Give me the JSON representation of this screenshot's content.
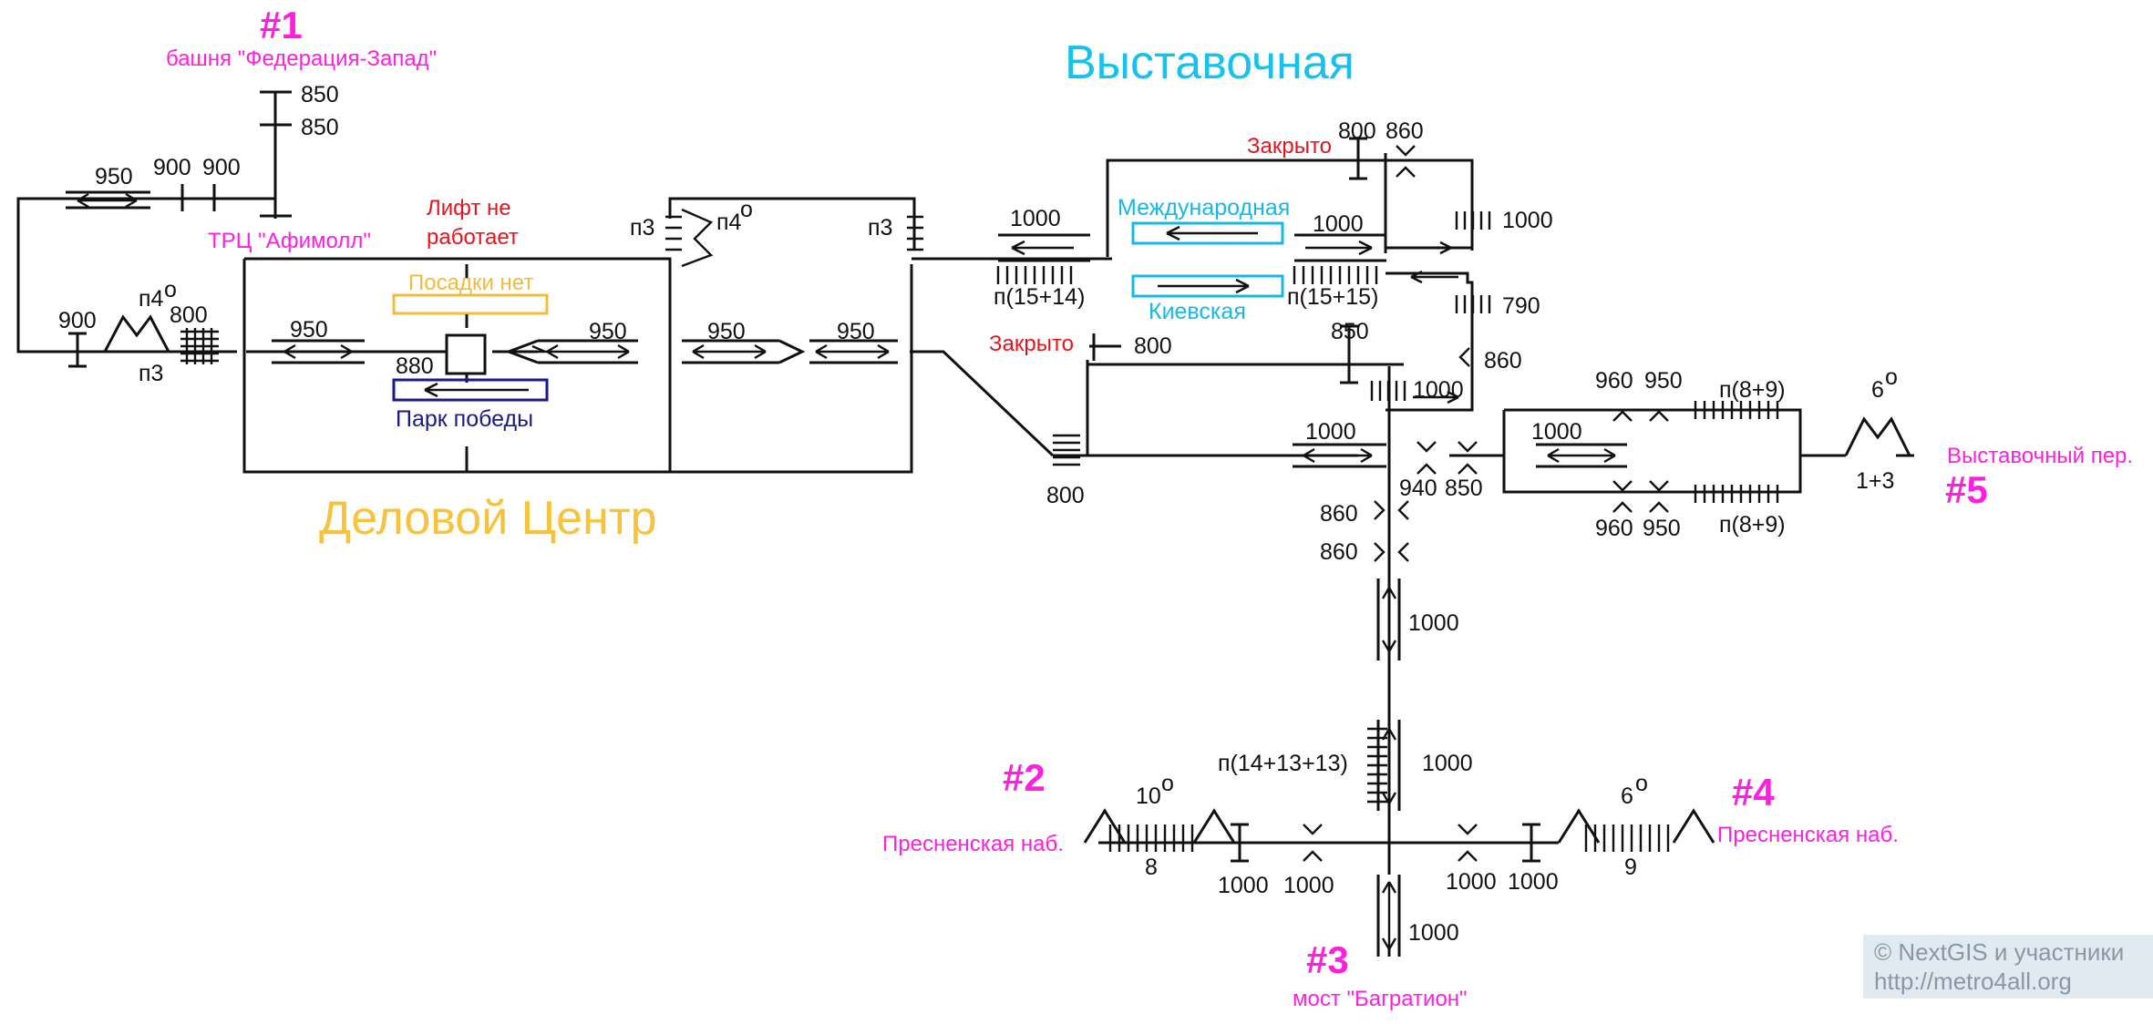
{
  "stations": {
    "vystavochnaya": "Выставочная",
    "delovoy_tsentr": "Деловой Центр"
  },
  "platforms": {
    "mezhdunarodnaya": "Международная",
    "kievskaya": "Киевская",
    "park_pobedy": "Парк победы",
    "posadki_net": "Посадки нет"
  },
  "notices": {
    "lift_line1": "Лифт не",
    "lift_line2": "работает",
    "closed_top": "Закрыто",
    "closed_mid": "Закрыто"
  },
  "exits": [
    {
      "num": "#1",
      "label": "башня \"Федерация-Запад\""
    },
    {
      "num": "#2",
      "label": "Пресненская наб."
    },
    {
      "num": "#3",
      "label": "мост \"Багратион\""
    },
    {
      "num": "#4",
      "label": "Пресненская наб."
    },
    {
      "num": "#5",
      "label": "Выставочный пер."
    }
  ],
  "places": {
    "afimoll": "ТРЦ \"Афимолл\""
  },
  "widths": {
    "w850a": "850",
    "w850b": "850",
    "w950_left": "950",
    "w900a": "900",
    "w900b": "900",
    "w900_low": "900",
    "w800_left": "800",
    "w950_l1": "950",
    "w880": "880",
    "w950_l2": "950",
    "w950_l3": "950",
    "w950_l4": "950",
    "w1000_mid": "1000",
    "w800_top": "800",
    "w860_top": "860",
    "w1000_mezh": "1000",
    "w1000_right": "1000",
    "w790": "790",
    "w800_closed": "800",
    "w850_mid": "850",
    "w860_right": "860",
    "w1000_hall": "1000",
    "w800_bottom": "800",
    "w1000_mid2": "1000",
    "w940": "940",
    "w850_b": "850",
    "w960_top": "960",
    "w950_top": "950",
    "w1000_exit5": "1000",
    "w960_bot": "960",
    "w950_bot": "950",
    "w860_a": "860",
    "w860_b": "860",
    "w1000_corr1": "1000",
    "w1000_corr2": "1000",
    "w1000_corr3": "1000",
    "w1000_s1": "1000",
    "w1000_s2": "1000",
    "w1000_s3": "1000",
    "w1000_s4": "1000"
  },
  "stairs": {
    "p3_left": "п3",
    "p4_left": "п4",
    "deg_left": "o",
    "p3_mid": "п3",
    "p4_mid": "п4",
    "deg_mid": "o",
    "p3_right": "п3",
    "p15_14": "п(15+14)",
    "p15_15": "п(15+15)",
    "p8_9_top": "п(8+9)",
    "p8_9_bot": "п(8+9)",
    "ramp6_top": "6",
    "deg_6top": "o",
    "ramp_1_3": "1+3",
    "p14_13_13": "п(14+13+13)",
    "ramp10": "10",
    "deg_10": "o",
    "steps8": "8",
    "ramp6_bot": "6",
    "deg_6bot": "o",
    "steps9": "9"
  },
  "credits": {
    "line1": "© NextGIS и участники",
    "line2": "http://metro4all.org"
  }
}
